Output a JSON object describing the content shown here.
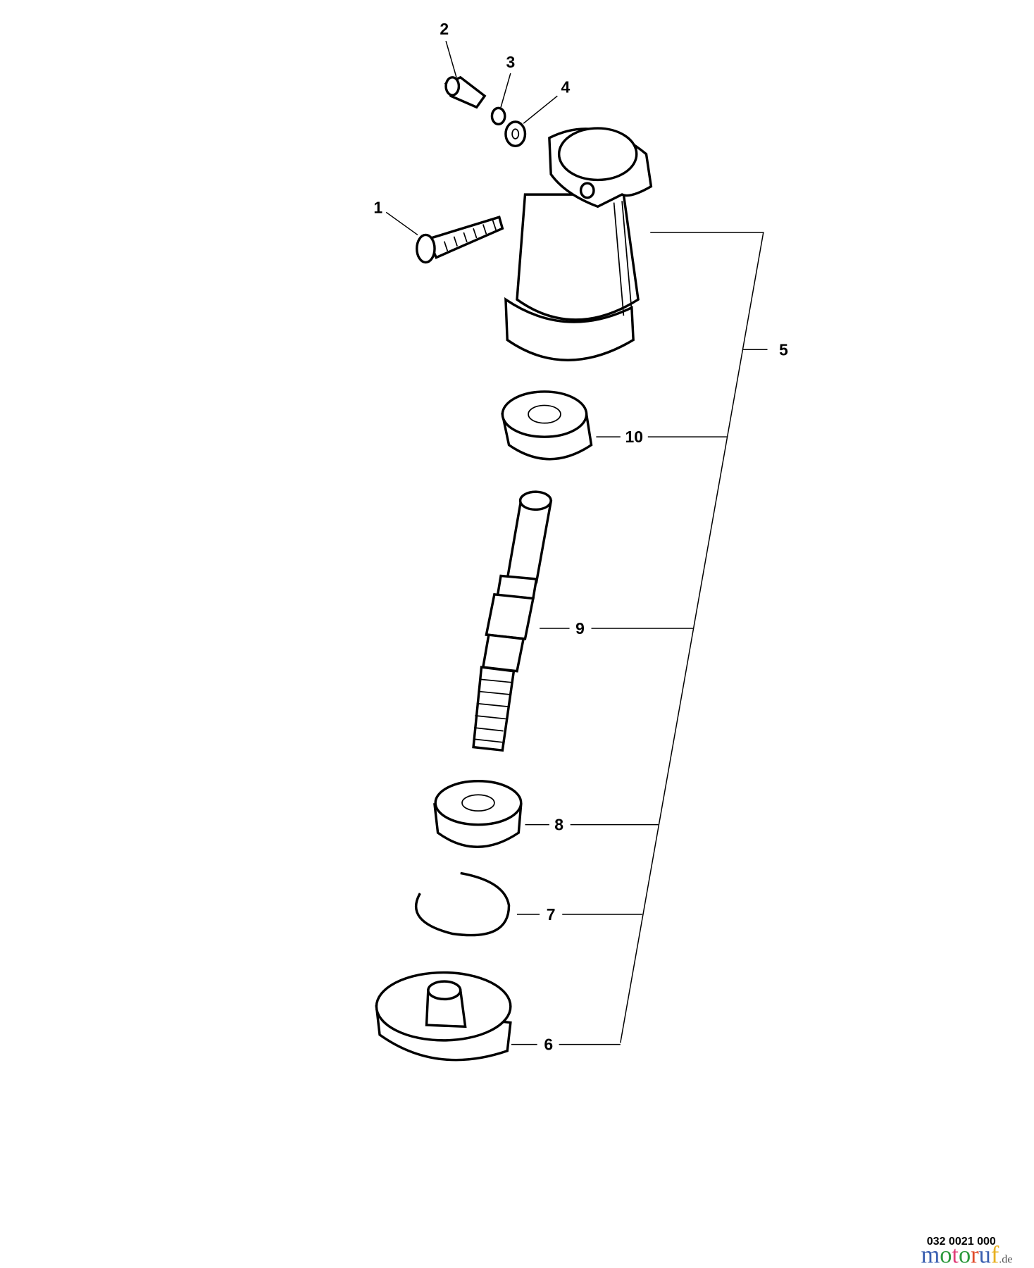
{
  "diagram": {
    "callouts": [
      "1",
      "2",
      "3",
      "4",
      "5",
      "6",
      "7",
      "8",
      "9",
      "10"
    ],
    "part_number": "032 0021 000",
    "watermark": {
      "letters": [
        "m",
        "o",
        "t",
        "o",
        "r",
        "u",
        "f"
      ],
      "suffix": ".de",
      "colors": [
        "#3a5fb0",
        "#2e9a3e",
        "#e0407a",
        "#2e9a3e",
        "#e04a2a",
        "#3a5fb0",
        "#e8b020"
      ]
    }
  }
}
